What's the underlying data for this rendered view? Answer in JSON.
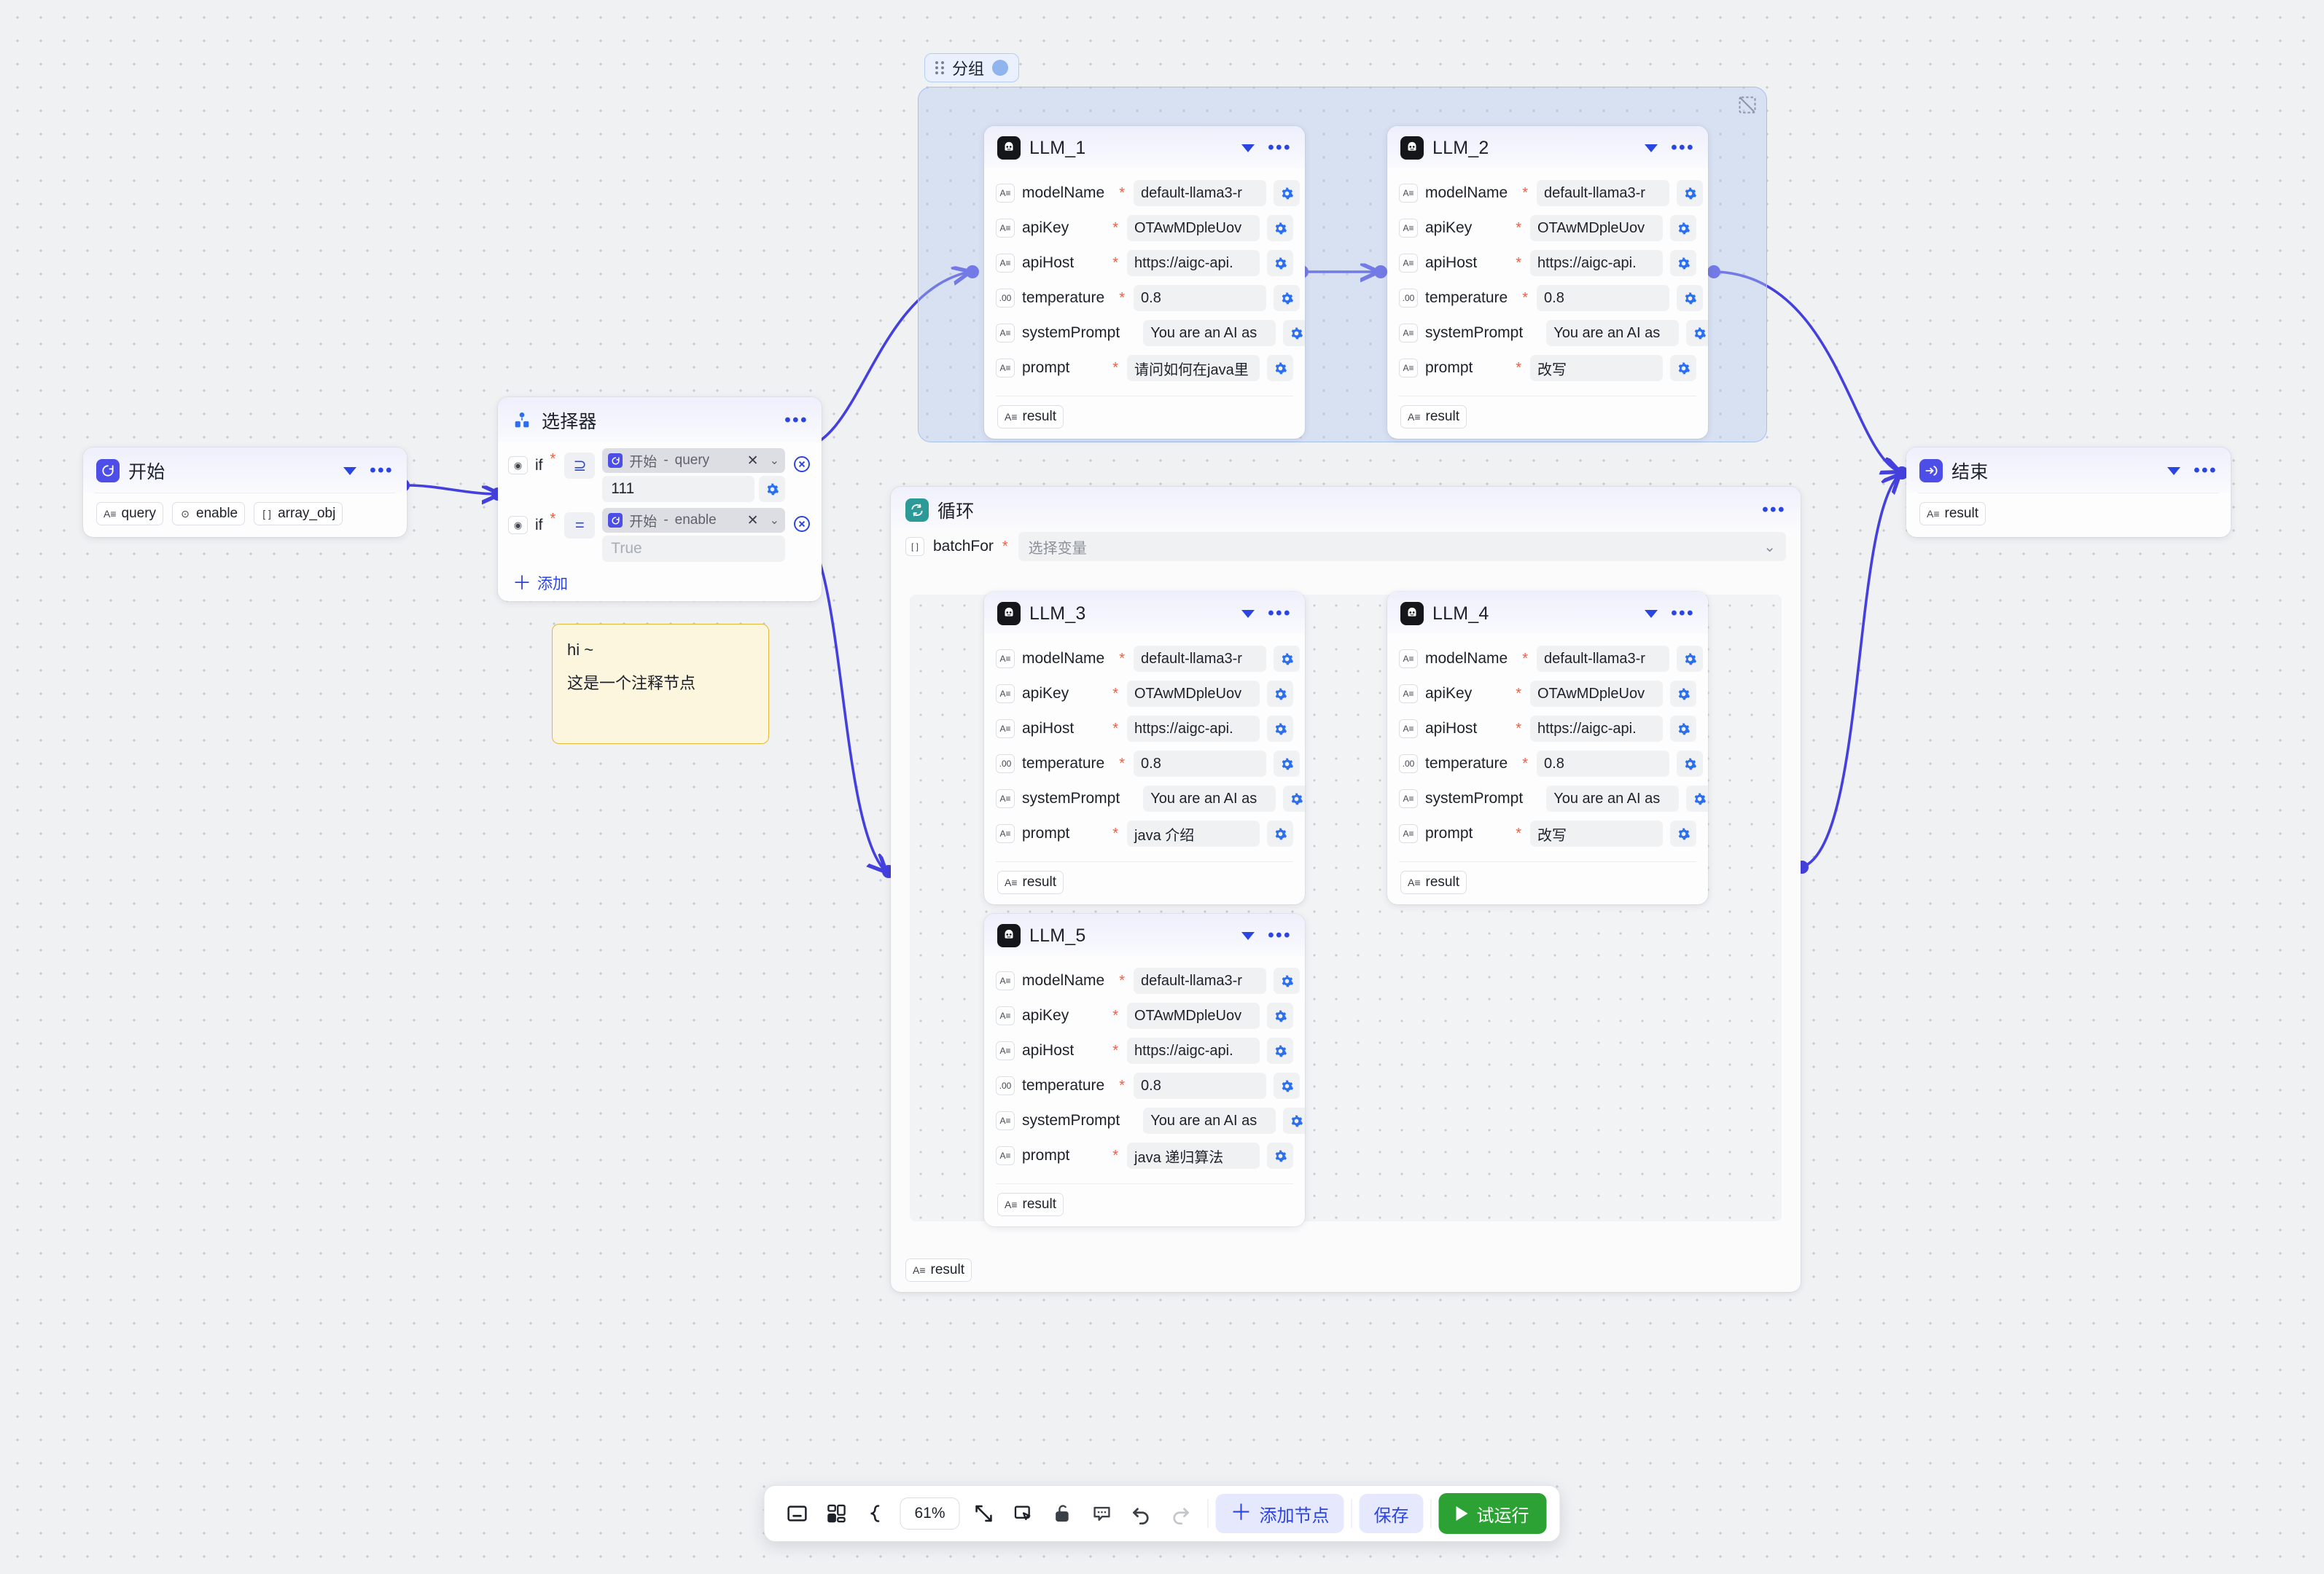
{
  "canvas": {
    "zoom": "61%"
  },
  "group": {
    "label": "分组",
    "collapse_icon": "collapse-icon"
  },
  "nodes": {
    "start": {
      "title": "开始",
      "outputs": [
        {
          "icon": "text-icon",
          "label": "query"
        },
        {
          "icon": "boolean-icon",
          "label": "enable"
        },
        {
          "icon": "array-icon",
          "label": "array_obj"
        }
      ]
    },
    "selector": {
      "title": "选择器",
      "conditions": [
        {
          "if_label": "if",
          "operator": "⊇",
          "variable_node": "开始",
          "variable_name": "query",
          "value": "111",
          "value_is_placeholder": false
        },
        {
          "if_label": "if",
          "operator": "=",
          "variable_node": "开始",
          "variable_name": "enable",
          "value": "True",
          "value_is_placeholder": true
        }
      ],
      "add_label": "添加"
    },
    "note": {
      "line1": "hi ~",
      "line2": "这是一个注释节点"
    },
    "loop": {
      "title": "循环",
      "batch_label": "batchFor",
      "batch_placeholder": "选择变量",
      "output": {
        "icon": "text-icon",
        "label": "result"
      }
    },
    "end": {
      "title": "结束",
      "outputs": [
        {
          "icon": "text-icon",
          "label": "result"
        }
      ]
    },
    "llm_1": {
      "title": "LLM_1",
      "params": [
        {
          "icon": "text-icon",
          "label": "modelName",
          "required": true,
          "value": "default-llama3-r"
        },
        {
          "icon": "text-icon",
          "label": "apiKey",
          "required": true,
          "value": "OTAwMDpleUov"
        },
        {
          "icon": "text-icon",
          "label": "apiHost",
          "required": true,
          "value": "https://aigc-api."
        },
        {
          "icon": "number-icon",
          "label": "temperature",
          "required": true,
          "value": "0.8"
        },
        {
          "icon": "text-icon",
          "label": "systemPrompt",
          "required": false,
          "value": "You are an AI as"
        },
        {
          "icon": "text-icon",
          "label": "prompt",
          "required": true,
          "value": "请问如何在java里"
        }
      ],
      "output": {
        "icon": "text-icon",
        "label": "result"
      }
    },
    "llm_2": {
      "title": "LLM_2",
      "params": [
        {
          "icon": "text-icon",
          "label": "modelName",
          "required": true,
          "value": "default-llama3-r"
        },
        {
          "icon": "text-icon",
          "label": "apiKey",
          "required": true,
          "value": "OTAwMDpleUov"
        },
        {
          "icon": "text-icon",
          "label": "apiHost",
          "required": true,
          "value": "https://aigc-api."
        },
        {
          "icon": "number-icon",
          "label": "temperature",
          "required": true,
          "value": "0.8"
        },
        {
          "icon": "text-icon",
          "label": "systemPrompt",
          "required": false,
          "value": "You are an AI as"
        },
        {
          "icon": "text-icon",
          "label": "prompt",
          "required": true,
          "value": "改写"
        }
      ],
      "output": {
        "icon": "text-icon",
        "label": "result"
      }
    },
    "llm_3": {
      "title": "LLM_3",
      "params": [
        {
          "icon": "text-icon",
          "label": "modelName",
          "required": true,
          "value": "default-llama3-r"
        },
        {
          "icon": "text-icon",
          "label": "apiKey",
          "required": true,
          "value": "OTAwMDpleUov"
        },
        {
          "icon": "text-icon",
          "label": "apiHost",
          "required": true,
          "value": "https://aigc-api."
        },
        {
          "icon": "number-icon",
          "label": "temperature",
          "required": true,
          "value": "0.8"
        },
        {
          "icon": "text-icon",
          "label": "systemPrompt",
          "required": false,
          "value": "You are an AI as"
        },
        {
          "icon": "text-icon",
          "label": "prompt",
          "required": true,
          "value": "java 介绍"
        }
      ],
      "output": {
        "icon": "text-icon",
        "label": "result"
      }
    },
    "llm_4": {
      "title": "LLM_4",
      "params": [
        {
          "icon": "text-icon",
          "label": "modelName",
          "required": true,
          "value": "default-llama3-r"
        },
        {
          "icon": "text-icon",
          "label": "apiKey",
          "required": true,
          "value": "OTAwMDpleUov"
        },
        {
          "icon": "text-icon",
          "label": "apiHost",
          "required": true,
          "value": "https://aigc-api."
        },
        {
          "icon": "number-icon",
          "label": "temperature",
          "required": true,
          "value": "0.8"
        },
        {
          "icon": "text-icon",
          "label": "systemPrompt",
          "required": false,
          "value": "You are an AI as"
        },
        {
          "icon": "text-icon",
          "label": "prompt",
          "required": true,
          "value": "改写"
        }
      ],
      "output": {
        "icon": "text-icon",
        "label": "result"
      }
    },
    "llm_5": {
      "title": "LLM_5",
      "params": [
        {
          "icon": "text-icon",
          "label": "modelName",
          "required": true,
          "value": "default-llama3-r"
        },
        {
          "icon": "text-icon",
          "label": "apiKey",
          "required": true,
          "value": "OTAwMDpleUov"
        },
        {
          "icon": "text-icon",
          "label": "apiHost",
          "required": true,
          "value": "https://aigc-api."
        },
        {
          "icon": "number-icon",
          "label": "temperature",
          "required": true,
          "value": "0.8"
        },
        {
          "icon": "text-icon",
          "label": "systemPrompt",
          "required": false,
          "value": "You are an AI as"
        },
        {
          "icon": "text-icon",
          "label": "prompt",
          "required": true,
          "value": "java 递归算法"
        }
      ],
      "output": {
        "icon": "text-icon",
        "label": "result"
      }
    }
  },
  "toolbar": {
    "icons": [
      "minimap-icon",
      "layout-grid-icon",
      "zoom-out-icon",
      "fit-view-icon",
      "select-frame-icon",
      "unlock-icon",
      "comment-icon",
      "undo-icon",
      "redo-icon"
    ],
    "zoom_value": "61%",
    "add_node_label": "添加节点",
    "save_label": "保存",
    "run_label": "试运行"
  },
  "colors": {
    "accent": "#2b45e0",
    "edge": "#4440dd",
    "green": "#2ba233",
    "note_border": "#e3b93c",
    "group_fill": "#b7cbf0",
    "teal": "#2c9a96"
  }
}
